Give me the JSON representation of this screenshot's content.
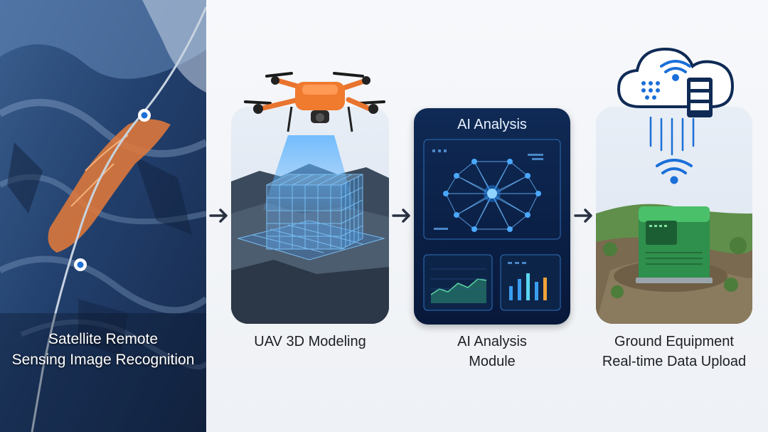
{
  "stages": [
    {
      "label_line1": "Satellite Remote",
      "label_line2": "Sensing Image Recognition"
    },
    {
      "label_line1": "UAV 3D Modeling",
      "label_line2": ""
    },
    {
      "label_line1": "AI Analysis",
      "label_line2": "Module"
    },
    {
      "label_line1": "Ground Equipment",
      "label_line2": "Real-time Data Upload"
    }
  ],
  "ai_panel": {
    "title": "AI Analysis"
  },
  "colors": {
    "accent_orange": "#f07a2e",
    "glow_blue": "#3aa0ff",
    "navy": "#0b1f47",
    "ground_green": "#3fae5c"
  },
  "icons": [
    "location-pin-icon",
    "drone-icon",
    "neural-network-icon",
    "cloud-icon",
    "server-icon",
    "wifi-icon",
    "arrow-right-icon"
  ]
}
